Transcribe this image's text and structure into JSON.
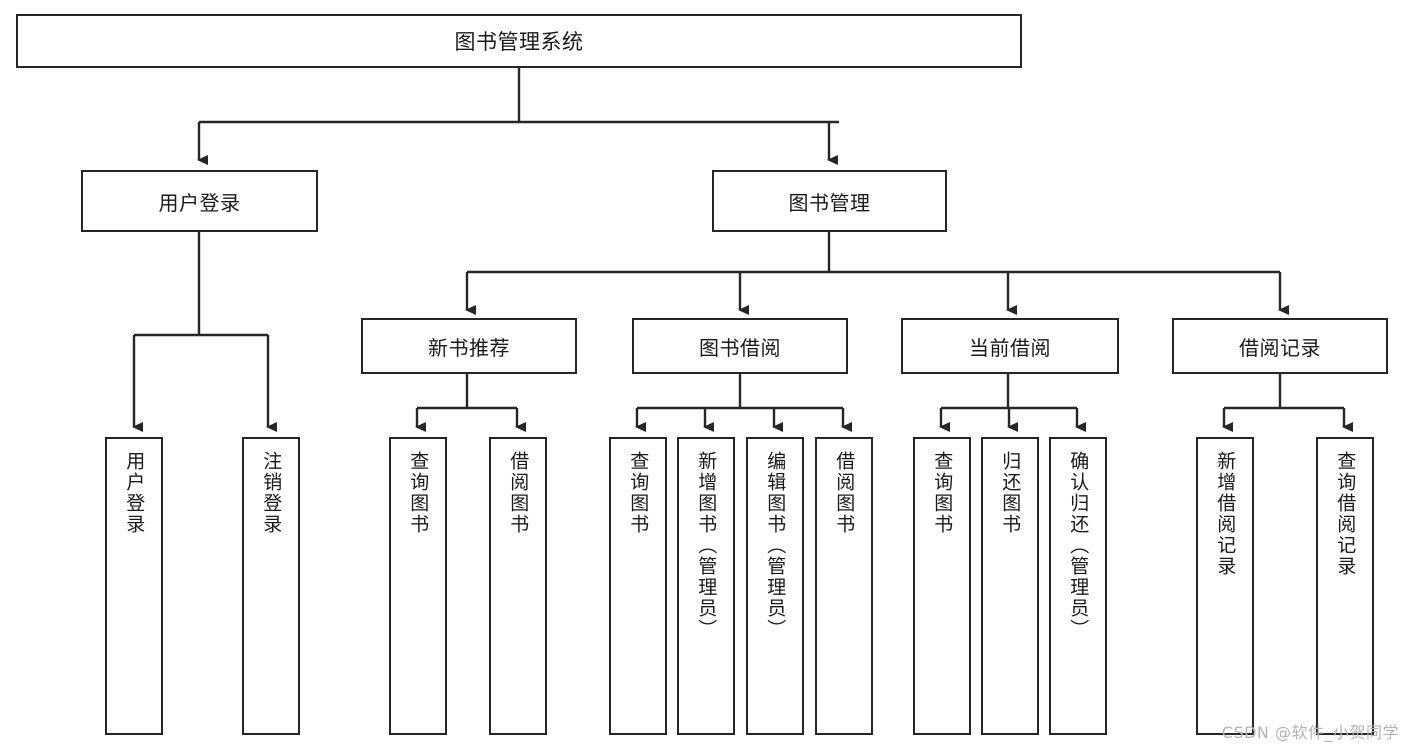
{
  "diagram": {
    "type": "tree-hierarchy",
    "title": "图书管理系统",
    "root": {
      "label": "图书管理系统"
    },
    "level2": [
      {
        "label": "用户登录"
      },
      {
        "label": "图书管理"
      }
    ],
    "level3": [
      {
        "label": "新书推荐"
      },
      {
        "label": "图书借阅"
      },
      {
        "label": "当前借阅"
      },
      {
        "label": "借阅记录"
      }
    ],
    "leaves": {
      "user_login": [
        {
          "label": "用户登录"
        },
        {
          "label": "注销登录"
        }
      ],
      "new_book_recommend": [
        {
          "label": "查询图书"
        },
        {
          "label": "借阅图书"
        }
      ],
      "book_borrow": [
        {
          "label": "查询图书"
        },
        {
          "label": "新增图书（管理员）"
        },
        {
          "label": "编辑图书（管理员）"
        },
        {
          "label": "借阅图书"
        }
      ],
      "current_borrow": [
        {
          "label": "查询图书"
        },
        {
          "label": "归还图书"
        },
        {
          "label": "确认归还（管理员）"
        }
      ],
      "borrow_record": [
        {
          "label": "新增借阅记录"
        },
        {
          "label": "查询借阅记录"
        }
      ]
    }
  },
  "watermark": {
    "text": "CSDN @软件_小贺同学"
  },
  "colors": {
    "stroke": "#262626",
    "fill": "#ffffff",
    "text": "#1a1a1a",
    "watermark": "#b4b4b4"
  }
}
